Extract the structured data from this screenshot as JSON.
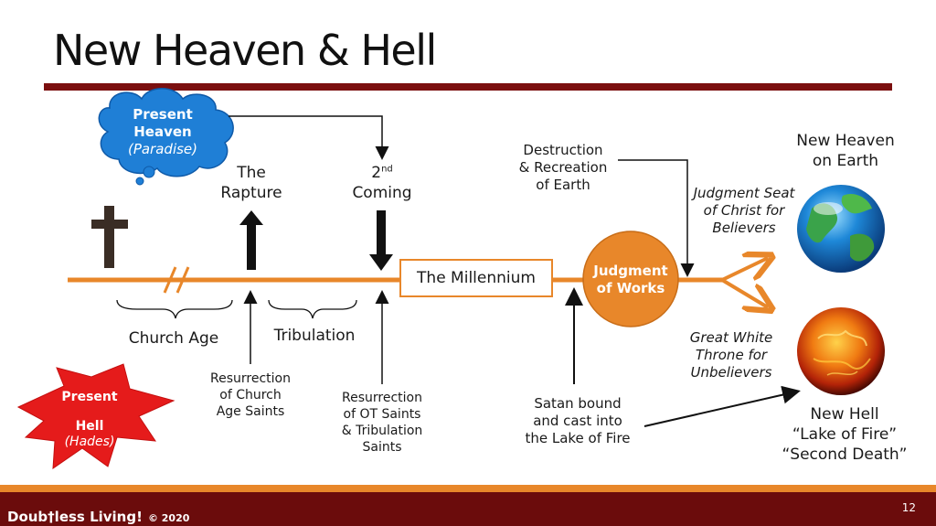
{
  "slide": {
    "title": "New Heaven & Hell",
    "page_number": "12"
  },
  "labels": {
    "present_heaven": {
      "line1": "Present",
      "line2": "Heaven",
      "line3": "(Paradise)"
    },
    "rapture": {
      "line1": "The",
      "line2": "Rapture"
    },
    "second_coming": {
      "line1_prefix": "2",
      "line1_sup": "nd",
      "line2": "Coming"
    },
    "destruction": {
      "line1": "Destruction",
      "line2": "& Recreation",
      "line3": "of Earth"
    },
    "new_heaven": {
      "line1": "New Heaven",
      "line2": "on Earth"
    },
    "judgment_seat": {
      "line1": "Judgment Seat",
      "line2": "of Christ for",
      "line3": "Believers"
    },
    "millennium": "The Millennium",
    "judgment_of_works": {
      "line1": "Judgment",
      "line2": "of Works"
    },
    "church_age": "Church Age",
    "tribulation": "Tribulation",
    "great_white_throne": {
      "line1": "Great White",
      "line2": "Throne for",
      "line3": "Unbelievers"
    },
    "resurrection_church": {
      "line1": "Resurrection",
      "line2": "of Church",
      "line3": "Age Saints"
    },
    "resurrection_ot": {
      "line1": "Resurrection",
      "line2": "of OT Saints",
      "line3": "& Tribulation",
      "line4": "Saints"
    },
    "satan_bound": {
      "line1": "Satan bound",
      "line2": "and cast into",
      "line3": "the Lake of Fire"
    },
    "new_hell": {
      "line1": "New Hell",
      "line2": "“Lake of Fire”",
      "line3": "“Second Death”"
    },
    "present_hell": {
      "line1": "Present",
      "line2": "Hell",
      "line3": "(Hades)"
    }
  },
  "footer": {
    "brand": "Doub†less Living!",
    "copyright": "© 2020"
  },
  "colors": {
    "accent_orange": "#e8872a",
    "dark_red": "#7b0f0f",
    "cloud_blue": "#1f7fd6",
    "burst_red": "#e51b1b",
    "cross_brown": "#3a2d25"
  }
}
